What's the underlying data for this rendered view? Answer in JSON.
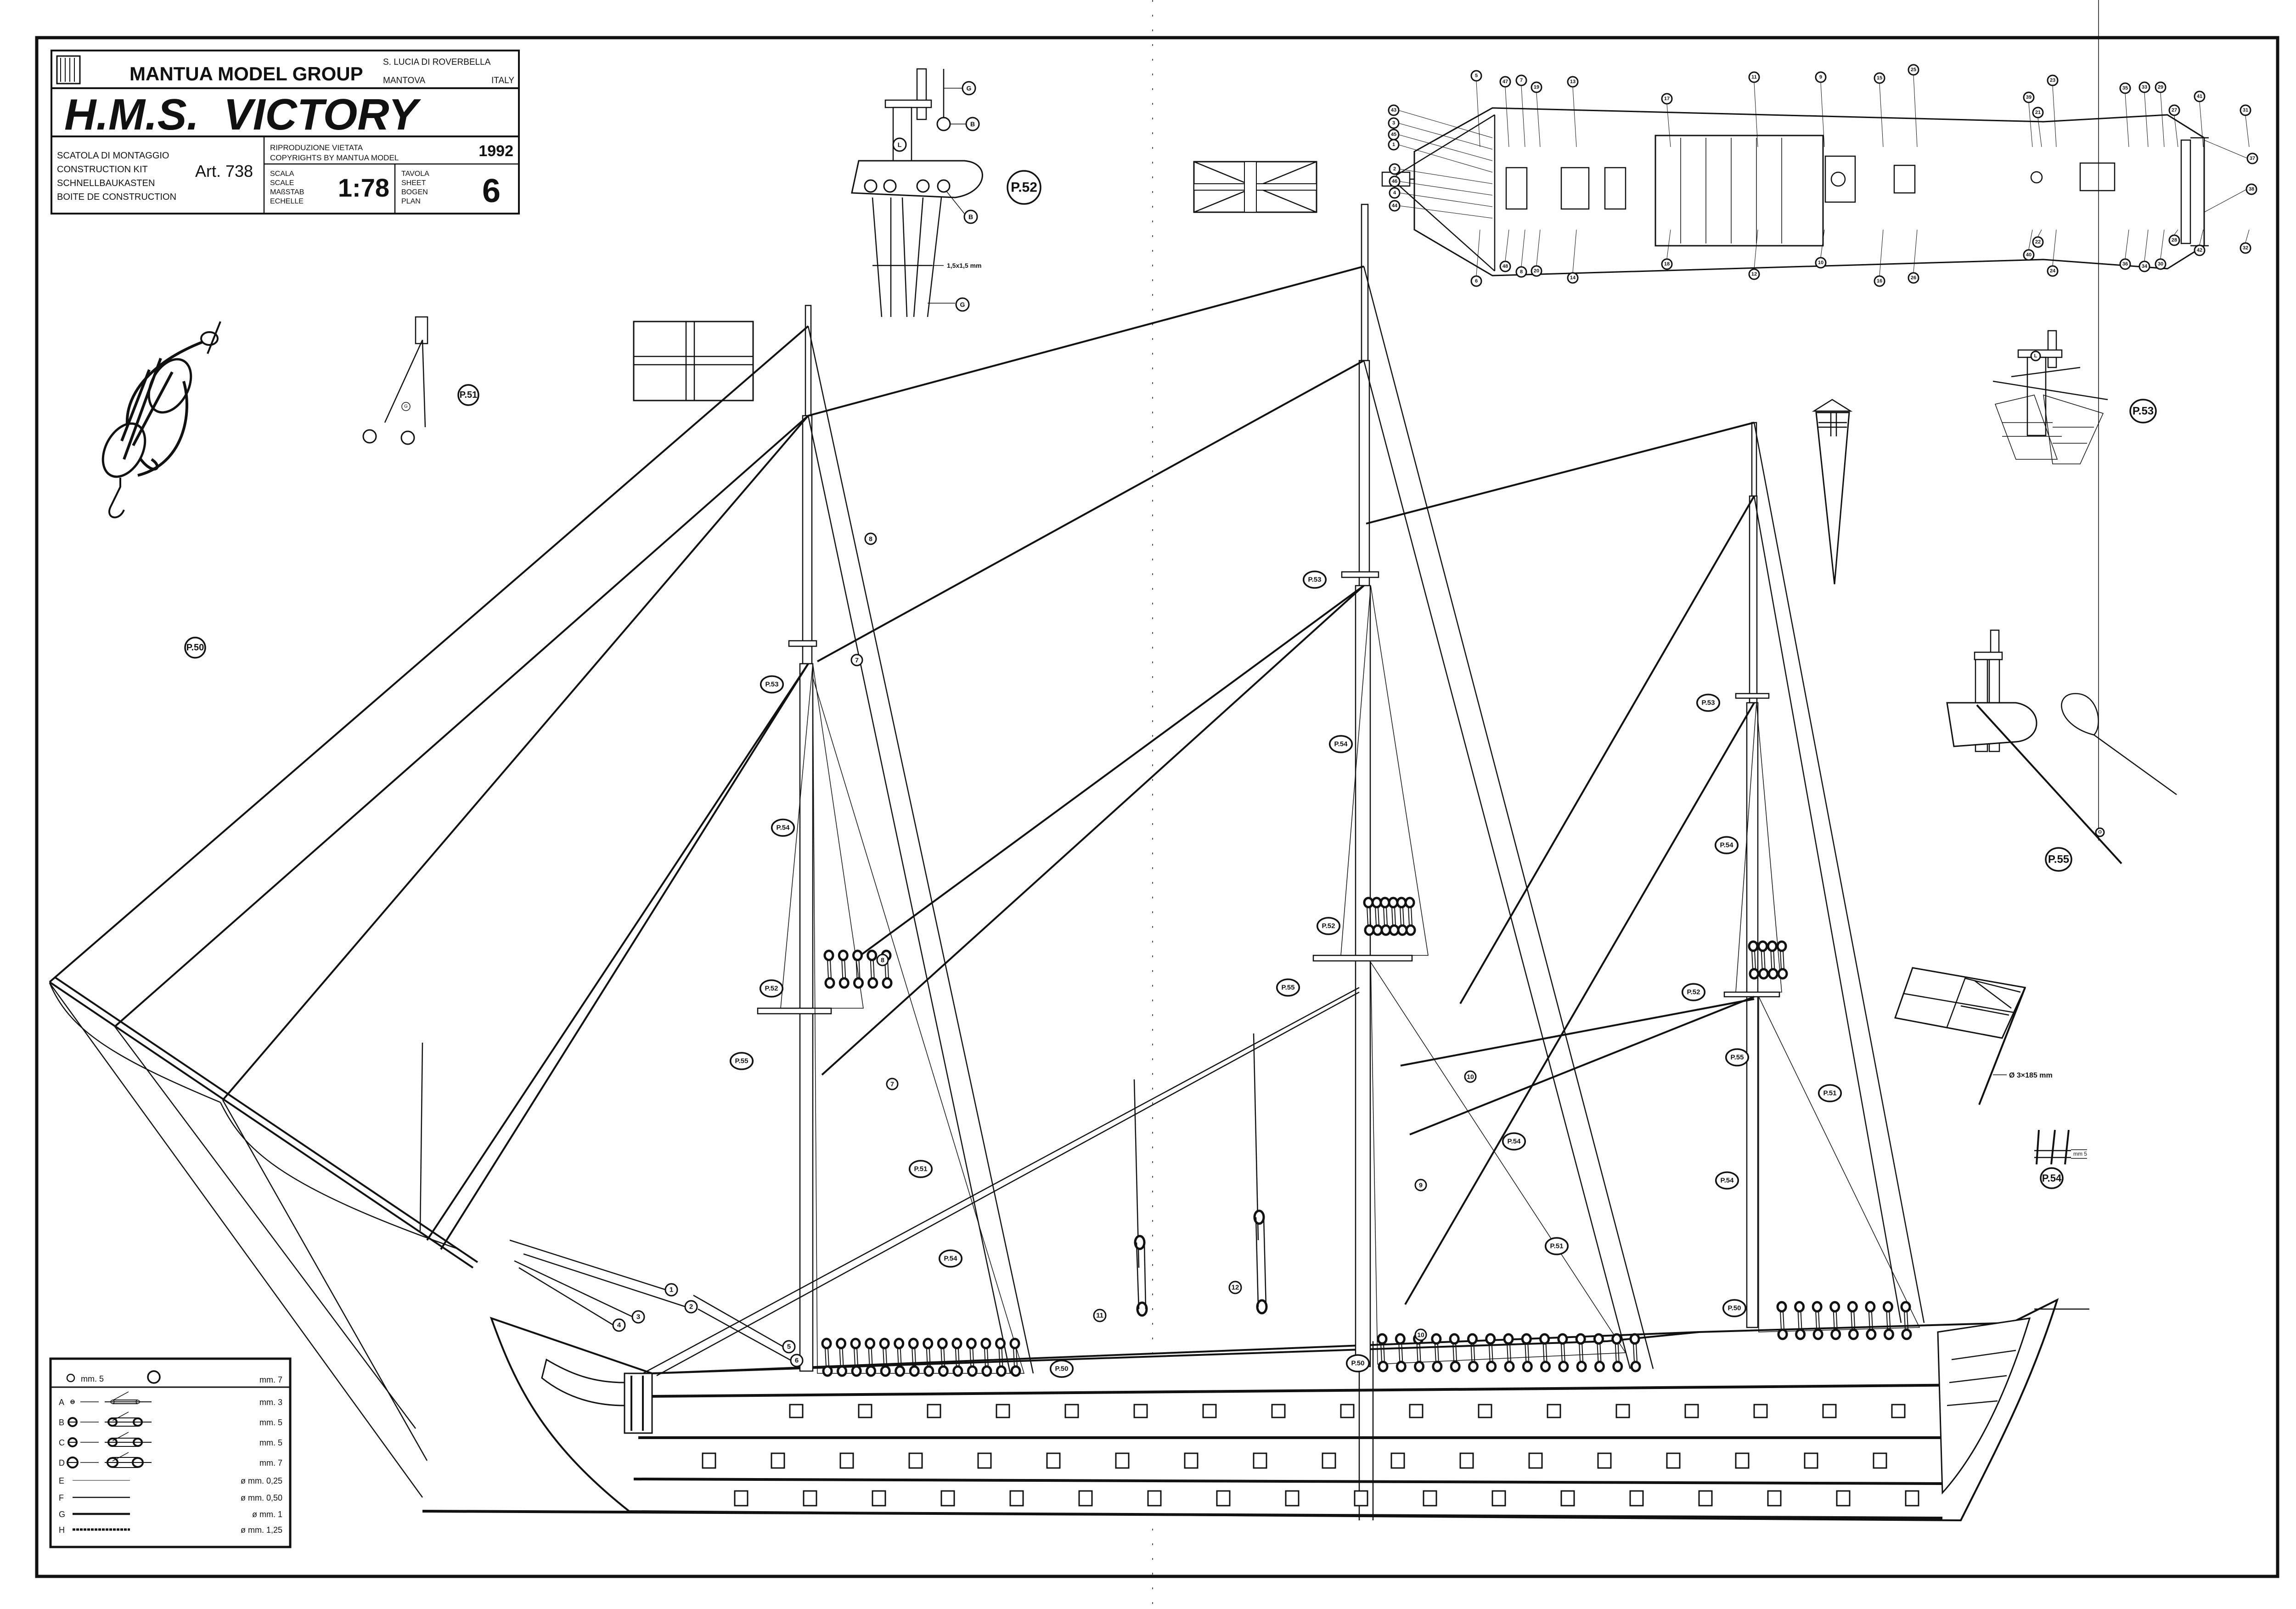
{
  "title_block": {
    "logo": "PANART",
    "company": "MANTUA MODEL GROUP",
    "address_line1": "S. LUCIA DI ROVERBELLA",
    "address_city": "MANTOVA",
    "address_country": "ITALY",
    "ship_name": "H.M.S.  VICTORY",
    "kit_type_lines": [
      "SCATOLA DI MONTAGGIO",
      "CONSTRUCTION KIT",
      "SCHNELLBAUKASTEN",
      "BOITE DE CONSTRUCTION"
    ],
    "article": "Art. 738",
    "copyright_line1": "RIPRODUZIONE VIETATA",
    "copyright_line2": "COPYRIGHTS BY MANTUA MODEL",
    "year": "1992",
    "scale_labels": [
      "SCALA",
      "SCALE",
      "MAßSTAB",
      "ECHELLE"
    ],
    "scale_value": "1:78",
    "sheet_labels": [
      "TAVOLA",
      "SHEET",
      "BOGEN",
      "PLAN"
    ],
    "sheet_number": "6"
  },
  "legend": {
    "header_small": "mm. 5",
    "header_large": "mm. 7",
    "rows": [
      {
        "key": "A",
        "size": "mm. 3",
        "kind": "block"
      },
      {
        "key": "B",
        "size": "mm. 5",
        "kind": "block"
      },
      {
        "key": "C",
        "size": "mm. 5",
        "kind": "block"
      },
      {
        "key": "D",
        "size": "mm. 7",
        "kind": "block"
      },
      {
        "key": "E",
        "size": "ø mm. 0,25",
        "kind": "line"
      },
      {
        "key": "F",
        "size": "ø mm. 0,50",
        "kind": "line"
      },
      {
        "key": "G",
        "size": "ø mm. 1",
        "kind": "line"
      },
      {
        "key": "H",
        "size": "ø mm. 1,25",
        "kind": "rope"
      }
    ]
  },
  "details": {
    "p50": "P.50",
    "p51": "P.51",
    "p51_line": "G",
    "p52": "P.52",
    "p52_labels": {
      "g_top": "G",
      "b_top": "B",
      "l": "L",
      "b_bottom": "B",
      "g_bottom": "G",
      "batten": "1,5x1,5 mm"
    },
    "p53": "P.53",
    "p53_label": "L",
    "p54": "P.54",
    "p54_dim": "mm 5",
    "p55": "P.55",
    "p55_label": "O"
  },
  "deck_plan": {
    "callouts_top": [
      "5",
      "47",
      "7",
      "19",
      "13",
      "17",
      "11",
      "9",
      "15",
      "25",
      "23",
      "39",
      "21",
      "35",
      "33",
      "29",
      "27",
      "41",
      "31"
    ],
    "callouts_bottom": [
      "6",
      "48",
      "8",
      "20",
      "14",
      "18",
      "12",
      "10",
      "16",
      "26",
      "24",
      "40",
      "22",
      "36",
      "34",
      "30",
      "28",
      "42",
      "32"
    ],
    "callouts_left": [
      "43",
      "3",
      "45",
      "1",
      "2",
      "46",
      "4",
      "44"
    ],
    "callouts_right": [
      "37",
      "38"
    ]
  },
  "profile": {
    "bow_callouts": [
      "1",
      "2",
      "3",
      "4",
      "5",
      "6"
    ],
    "fore_callouts": [
      "8",
      "7",
      "8",
      "7"
    ],
    "main_callouts": [
      "10",
      "9",
      "10"
    ],
    "tackle_callouts": [
      "11",
      "12"
    ],
    "detail_refs": {
      "fore": [
        "P.53",
        "P.54",
        "P.52",
        "P.55",
        "P.51",
        "P.54",
        "P.50"
      ],
      "main": [
        "P.53",
        "P.54",
        "P.52",
        "P.55",
        "P.54",
        "P.51",
        "P.50"
      ],
      "mizzen": [
        "P.53",
        "P.54",
        "P.52",
        "P.55",
        "P.51",
        "P.54",
        "P.50"
      ]
    },
    "ensign_staff_label": "Ø 3×185 mm"
  }
}
